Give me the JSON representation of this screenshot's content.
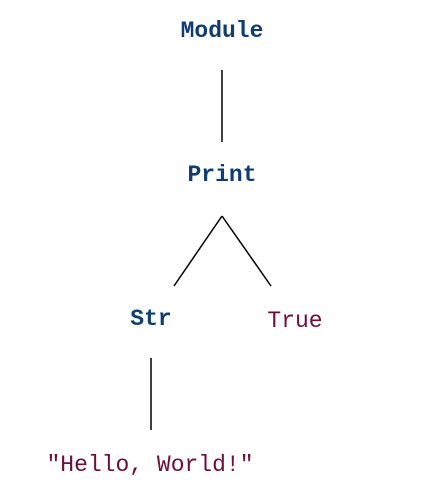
{
  "colors": {
    "node_type": "#0f3d73",
    "literal": "#6b0f3f",
    "edge": "#000000",
    "background": "#ffffff"
  },
  "nodes": {
    "module": "Module",
    "print": "Print",
    "str": "Str",
    "true_literal": "True",
    "hello_literal": "\"Hello, World!\""
  }
}
